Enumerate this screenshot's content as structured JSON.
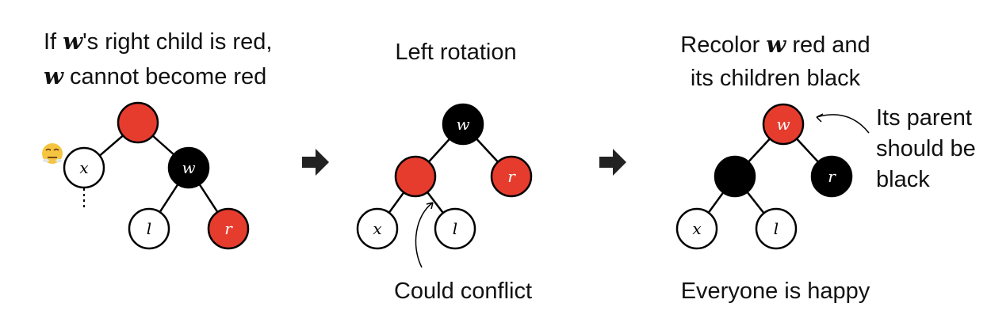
{
  "colors": {
    "red": "#e63c2e",
    "black": "#000000",
    "white": "#ffffff"
  },
  "panel1": {
    "caption_line1_prefix": "If ",
    "caption_line1_var": "w",
    "caption_line1_suffix": "'s right child is red,",
    "caption_line2_var": "w",
    "caption_line2_suffix": " cannot become red",
    "emoji": "😤",
    "nodes": {
      "x": "x",
      "w": "w",
      "l": "l",
      "r": "r"
    }
  },
  "arrow1": "➡",
  "panel2": {
    "caption": "Left rotation",
    "bottom_caption": "Could conflict",
    "nodes": {
      "w": "w",
      "r": "r",
      "x": "x",
      "l": "l"
    }
  },
  "arrow2": "➡",
  "panel3": {
    "caption_line1_prefix": "Recolor ",
    "caption_line1_var": "w",
    "caption_line1_suffix": " red and",
    "caption_line2": "its children black",
    "annotation_line1": "Its parent",
    "annotation_line2": "should be",
    "annotation_line3": "black",
    "bottom_caption": "Everyone is happy",
    "nodes": {
      "w": "w",
      "r": "r",
      "x": "x",
      "l": "l"
    }
  }
}
